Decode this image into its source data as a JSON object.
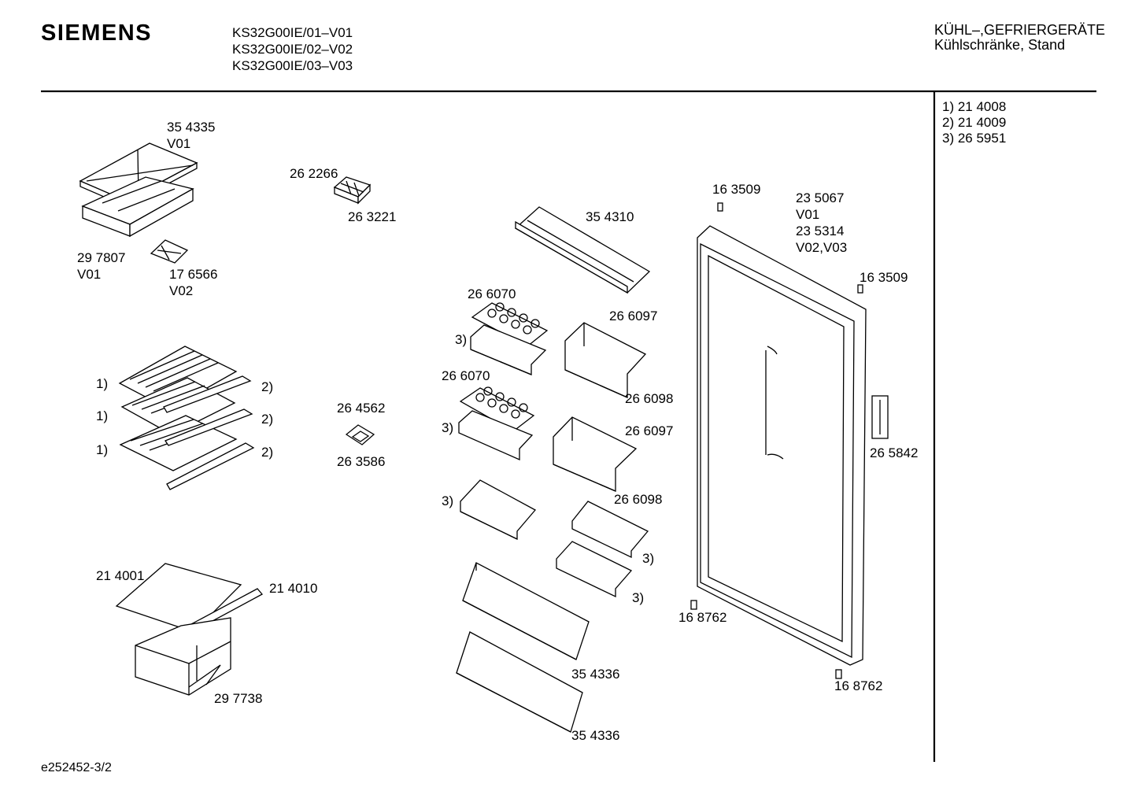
{
  "header": {
    "brand": "SIEMENS",
    "models": [
      "KS32G00IE/01–V01",
      "KS32G00IE/02–V02",
      "KS32G00IE/03–V03"
    ],
    "category_line1": "KÜHL–,GEFRIERGERÄTE",
    "category_line2": "Kühlschränke, Stand"
  },
  "notes": [
    "1)  21 4008",
    "2)  21 4009",
    "3)  26 5951"
  ],
  "footer": {
    "code": "e252452-3/2"
  },
  "labels": {
    "p354335": "35 4335",
    "v01_a": "V01",
    "p297807": "29 7807",
    "v01_b": "V01",
    "p176566": "17 6566",
    "v02_a": "V02",
    "p262266": "26 2266",
    "p263221": "26 3221",
    "p354310": "35 4310",
    "p163509_a": "16 3509",
    "p235067": "23 5067",
    "v01_c": "V01",
    "p235314": "23 5314",
    "v02v03": "V02,V03",
    "p163509_b": "16 3509",
    "p266070_a": "26 6070",
    "n3_a": "3)",
    "p266097_a": "26 6097",
    "p266098_a": "26 6098",
    "p266070_b": "26 6070",
    "n3_b": "3)",
    "p266097_b": "26 6097",
    "p266098_b": "26 6098",
    "n3_c": "3)",
    "n3_d": "3)",
    "n3_e": "3)",
    "p264562": "26 4562",
    "p263586": "26 3586",
    "n1_a": "1)",
    "n1_b": "1)",
    "n1_c": "1)",
    "n2_a": "2)",
    "n2_b": "2)",
    "n2_c": "2)",
    "p214001": "21 4001",
    "p214010": "21 4010",
    "p297738": "29 7738",
    "p354336_a": "35 4336",
    "p354336_b": "35 4336",
    "p168762_a": "16 8762",
    "p168762_b": "16 8762",
    "p265842": "26 5842"
  }
}
